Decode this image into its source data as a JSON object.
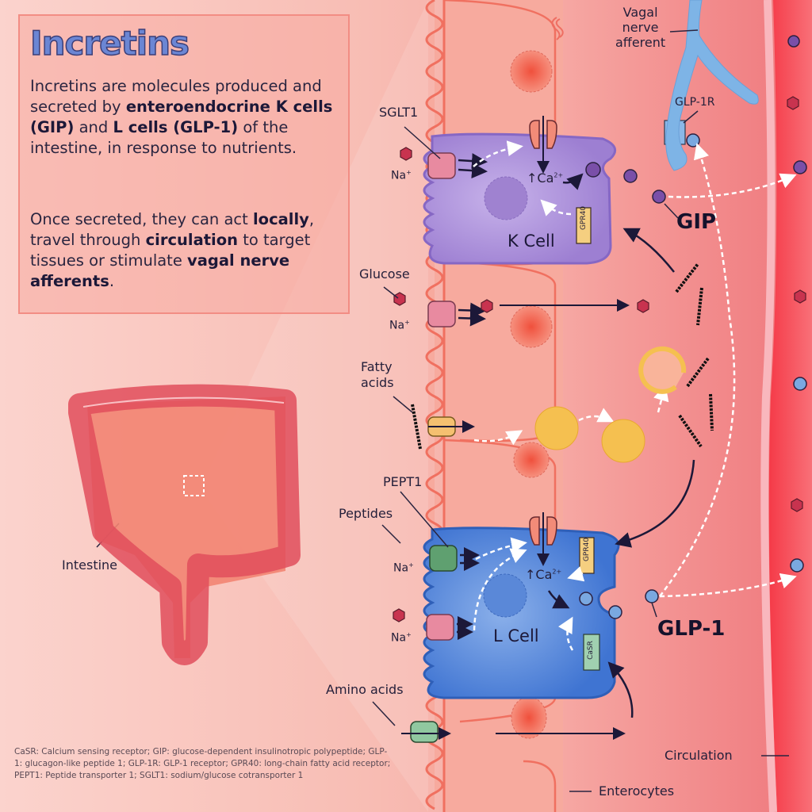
{
  "title": "Incretins",
  "intro": {
    "p1": [
      {
        "t": "Incretins are molecules produced and secreted by ",
        "b": false
      },
      {
        "t": "enteroendocrine K cells (GIP)",
        "b": true
      },
      {
        "t": " and ",
        "b": false
      },
      {
        "t": "L cells (GLP-1)",
        "b": true
      },
      {
        "t": " of the intestine, in response to nutrients.",
        "b": false
      }
    ],
    "p2": [
      {
        "t": "Once secreted, they can act ",
        "b": false
      },
      {
        "t": "locally",
        "b": true
      },
      {
        "t": ", travel through ",
        "b": false
      },
      {
        "t": "circulation",
        "b": true
      },
      {
        "t": " to target tissues or stimulate ",
        "b": false
      },
      {
        "t": "vagal nerve afferents",
        "b": true
      },
      {
        "t": ".",
        "b": false
      }
    ]
  },
  "labels": {
    "intestine": "Intestine",
    "sglt1": "SGLT1",
    "na": "Na",
    "na_sup": "+",
    "glucose": "Glucose",
    "fatty_acids_1": "Fatty",
    "fatty_acids_2": "acids",
    "pept1": "PEPT1",
    "peptides": "Peptides",
    "amino_acids": "Amino acids",
    "k_cell": "K Cell",
    "l_cell": "L Cell",
    "ca": "Ca",
    "ca_sup": "2+",
    "gpr40": "GPR40",
    "casr": "CaSR",
    "gip": "GIP",
    "glp1": "GLP-1",
    "glp1r": "GLP-1R",
    "vagal_1": "Vagal",
    "vagal_2": "nerve",
    "vagal_3": "afferent",
    "circulation": "Circulation",
    "enterocytes": "Enterocytes"
  },
  "abbreviations": "CaSR: Calcium sensing receptor; GIP: glucose-dependent insulinotropic polypeptide; GLP-1: glucagon-like peptide 1; GLP-1R: GLP-1 receptor; GPR40: long-chain fatty acid receptor; PEPT1: Peptide transporter 1; SGLT1: sodium/glucose cotransporter 1",
  "colors": {
    "k_cell": "#a98bd8",
    "l_cell": "#4a7fd8",
    "enterocyte": "#f7a89c",
    "blood": "#f5505c",
    "gip": "#7a4fa8",
    "glp1": "#7aa8e0",
    "glucose": "#c8334f",
    "title": "#6b86d4"
  }
}
